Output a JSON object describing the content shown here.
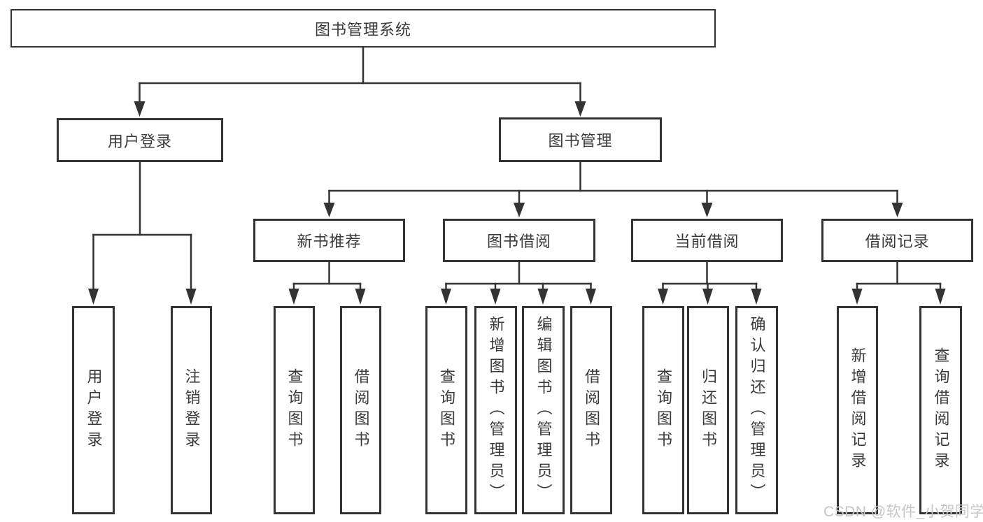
{
  "diagram_title": "图书管理系统",
  "nodes": {
    "root": {
      "label": "图书管理系统"
    },
    "user_login": {
      "label": "用户登录"
    },
    "book_mgmt": {
      "label": "图书管理"
    },
    "new_book_rec": {
      "label": "新书推荐"
    },
    "book_borrow": {
      "label": "图书借阅"
    },
    "current_borrow": {
      "label": "当前借阅"
    },
    "borrow_records": {
      "label": "借阅记录"
    },
    "leaf_user_login": {
      "label": "用户登录"
    },
    "leaf_logout": {
      "label": "注销登录"
    },
    "leaf_rec_query": {
      "label": "查询图书"
    },
    "leaf_rec_borrow": {
      "label": "借阅图书"
    },
    "leaf_bb_query": {
      "label": "查询图书"
    },
    "leaf_bb_add": {
      "label": "新增图书（管理员）"
    },
    "leaf_bb_edit": {
      "label": "编辑图书（管理员）"
    },
    "leaf_bb_borrow": {
      "label": "借阅图书"
    },
    "leaf_cb_query": {
      "label": "查询图书"
    },
    "leaf_cb_return": {
      "label": "归还图书"
    },
    "leaf_cb_confirm": {
      "label": "确认归还（管理员）"
    },
    "leaf_br_add": {
      "label": "新增借阅记录"
    },
    "leaf_br_query": {
      "label": "查询借阅记录"
    }
  },
  "watermark": "CSDN @软件_小贺同学",
  "colors": {
    "line": "#333333",
    "text": "#3a3a3a",
    "box_background": "#ffffff",
    "watermark": "#c6c6c6"
  }
}
